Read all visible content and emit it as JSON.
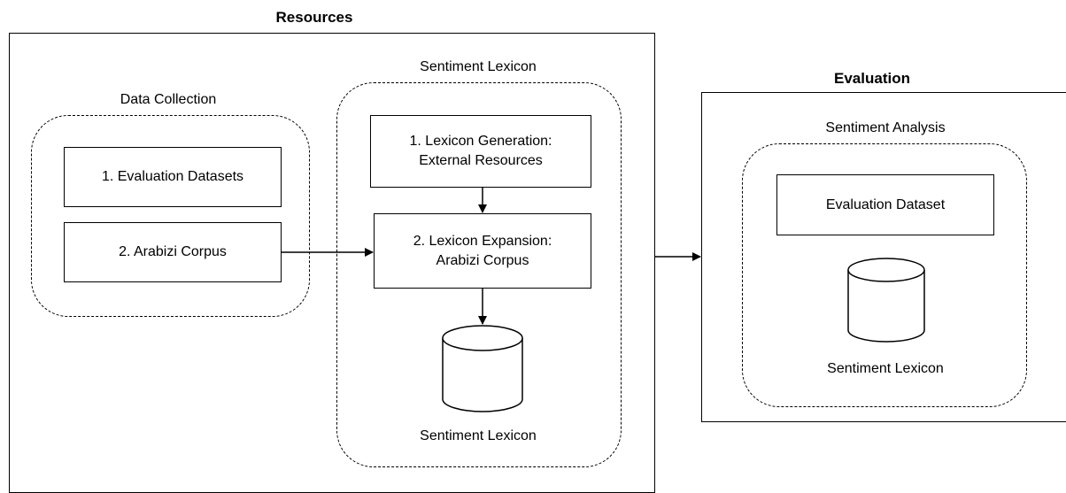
{
  "resources": {
    "title": "Resources",
    "data_collection": {
      "title": "Data Collection",
      "items": [
        "1. Evaluation Datasets",
        "2. Arabizi Corpus"
      ]
    },
    "sentiment_lexicon_group": {
      "title": "Sentiment Lexicon",
      "generation": "1. Lexicon Generation:\nExternal Resources",
      "expansion": "2. Lexicon Expansion:\nArabizi Corpus",
      "database_label": "Sentiment Lexicon"
    }
  },
  "evaluation": {
    "title": "Evaluation",
    "sentiment_analysis": {
      "title": "Sentiment Analysis",
      "dataset": "Evaluation Dataset",
      "database_label": "Sentiment Lexicon"
    }
  }
}
